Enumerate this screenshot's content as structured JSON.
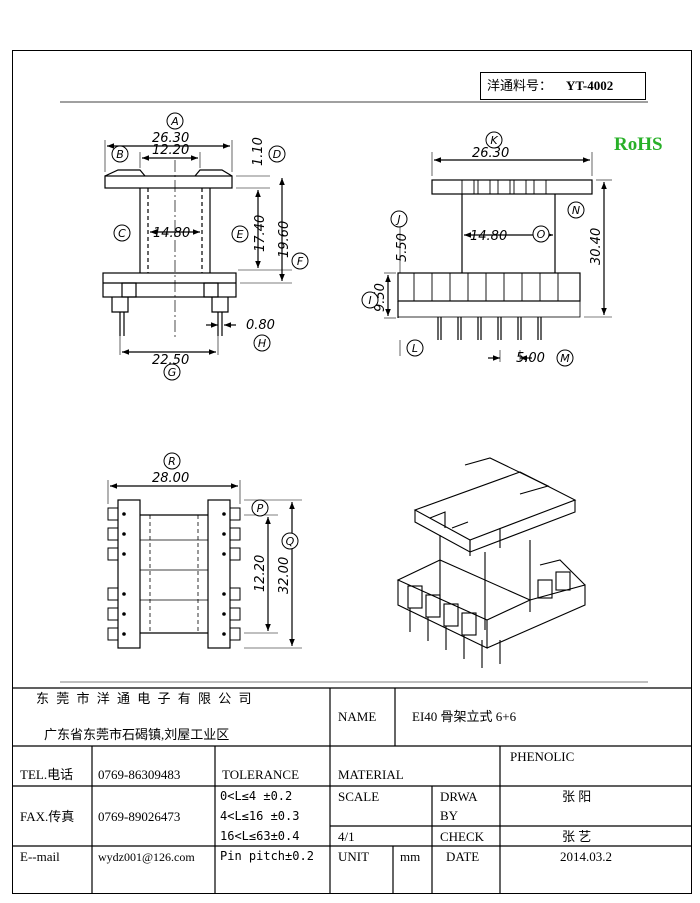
{
  "header": {
    "part_label": "洋通料号：",
    "part_number": "YT-4002",
    "rohs": "RoHS"
  },
  "dimensions": {
    "front": {
      "A": "26.30",
      "B": "12.20",
      "D": "1.10",
      "C": "14.80",
      "E": "17.40",
      "F": "19.60",
      "pin": "0.80",
      "G": "22.50"
    },
    "side": {
      "K": "26.30",
      "J": "5.50",
      "O": "14.80",
      "N": "30.40",
      "I": "9.50",
      "M": "5.00"
    },
    "bottom": {
      "R": "28.00",
      "P": "12.20",
      "Q": "32.00"
    },
    "letters": [
      "A",
      "B",
      "C",
      "D",
      "E",
      "F",
      "G",
      "H",
      "I",
      "J",
      "K",
      "L",
      "M",
      "N",
      "O",
      "P",
      "Q",
      "R"
    ]
  },
  "title_block": {
    "company": "东 莞 市 洋 通 电 子 有 限 公 司",
    "address": "广东省东莞市石碣镇,刘屋工业区",
    "name_label": "NAME",
    "name_value": "EI40 骨架立式 6+6",
    "tel_label": "TEL.电话",
    "tel_value": "0769-86309483",
    "fax_label": "FAX.传真",
    "fax_value": "0769-89026473",
    "email_label": "E--mail",
    "email_value": "wydz001@126.com",
    "tolerance_label": "TOLERANCE",
    "tol_1": "0<L≤4   ±0.2",
    "tol_2": "4<L≤16  ±0.3",
    "tol_3": "16<L≤63±0.4",
    "tol_4": "Pin pitch±0.2",
    "material_label": "MATERIAL",
    "material_value": "PHENOLIC",
    "scale_label": "SCALE",
    "scale_value": "4/1",
    "drawn_label_1": "DRWA",
    "drawn_label_2": "BY",
    "drawn_value": "张 阳",
    "check_label": "CHECK",
    "check_value": "张 艺",
    "unit_label": "UNIT",
    "unit_value": "mm",
    "date_label": "DATE",
    "date_value": "2014.03.2"
  }
}
